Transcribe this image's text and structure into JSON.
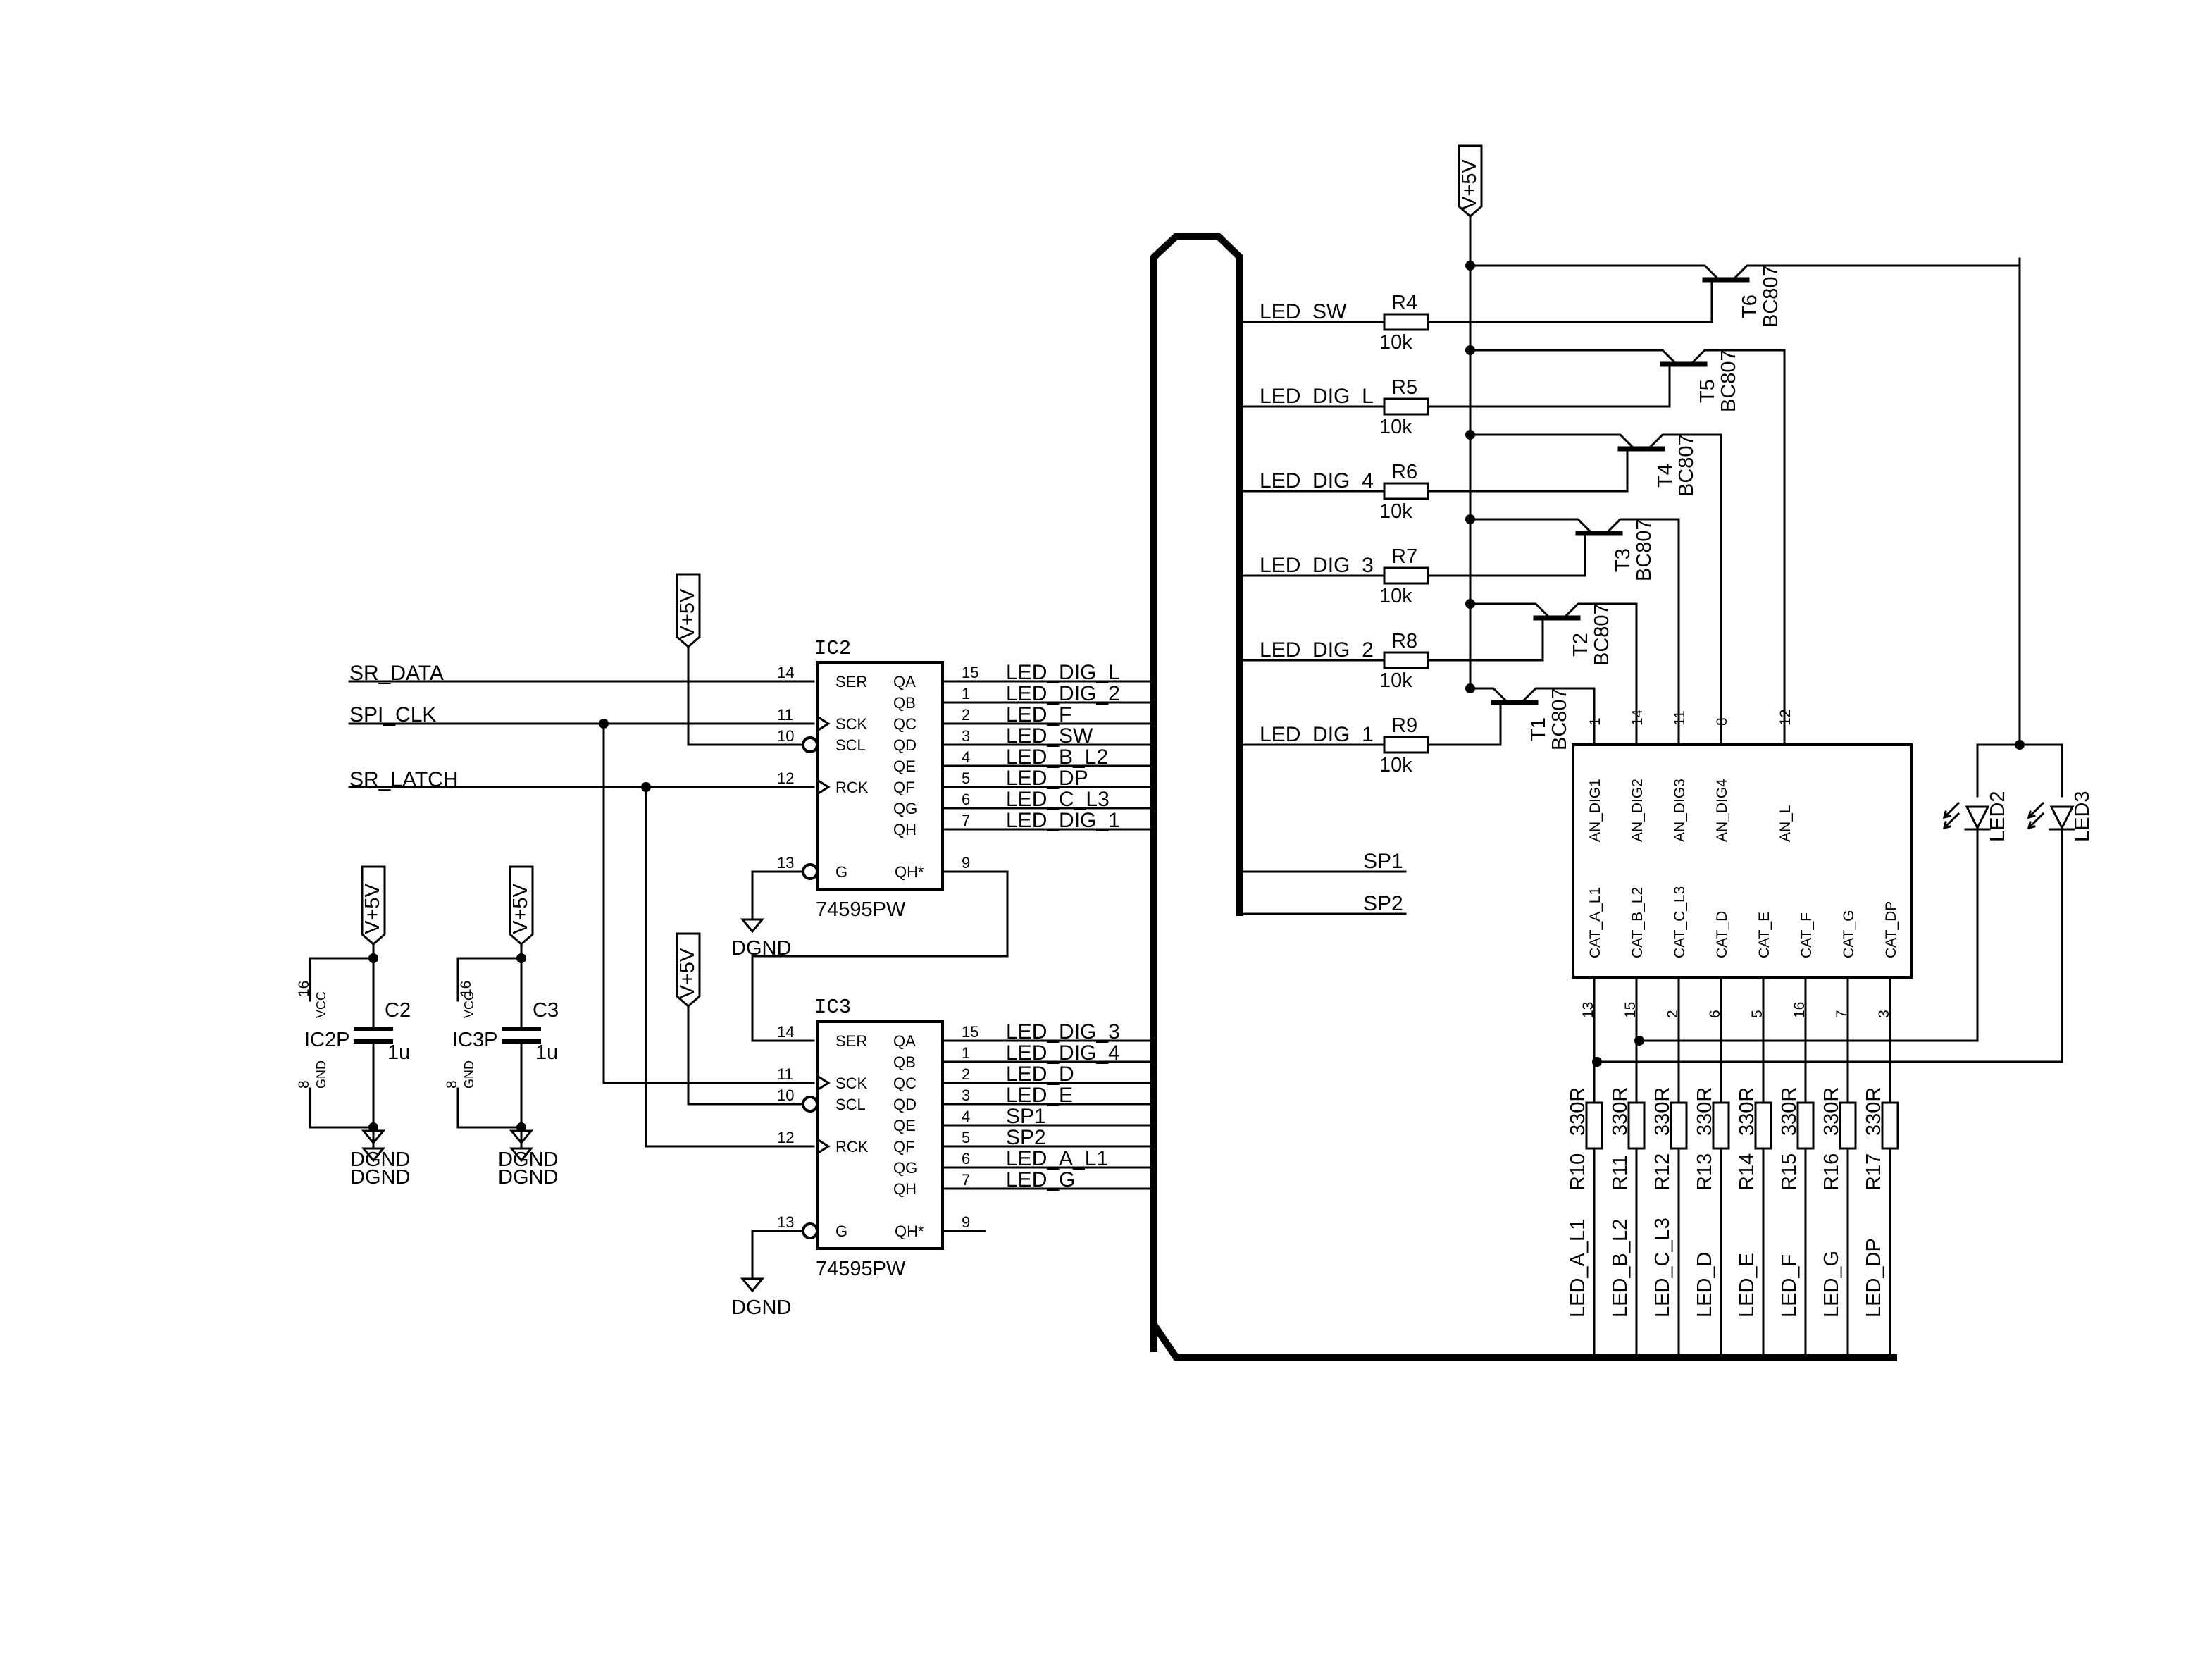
{
  "power": {
    "vcc": "V+5V",
    "gnd": "DGND"
  },
  "inputs": {
    "data": "SR_DATA",
    "clk": "SPI_CLK",
    "latch": "SR_LATCH"
  },
  "ic2": {
    "ref": "IC2",
    "part": "74595PW",
    "left_pins": [
      {
        "num": "14",
        "name": "SER"
      },
      {
        "num": "11",
        "name": "SCK"
      },
      {
        "num": "10",
        "name": "SCL"
      },
      {
        "num": "12",
        "name": "RCK"
      },
      {
        "num": "13",
        "name": "G"
      }
    ],
    "outputs": [
      {
        "name": "QA",
        "num": "15",
        "net": "LED_DIG_L"
      },
      {
        "name": "QB",
        "num": "1",
        "net": "LED_DIG_2"
      },
      {
        "name": "QC",
        "num": "2",
        "net": "LED_F"
      },
      {
        "name": "QD",
        "num": "3",
        "net": "LED_SW"
      },
      {
        "name": "QE",
        "num": "4",
        "net": "LED_B_L2"
      },
      {
        "name": "QF",
        "num": "5",
        "net": "LED_DP"
      },
      {
        "name": "QG",
        "num": "6",
        "net": "LED_C_L3"
      },
      {
        "name": "QH",
        "num": "7",
        "net": "LED_DIG_1"
      }
    ],
    "qh_star": {
      "name": "QH*",
      "num": "9"
    }
  },
  "ic3": {
    "ref": "IC3",
    "part": "74595PW",
    "left_pins": [
      {
        "num": "14",
        "name": "SER"
      },
      {
        "num": "11",
        "name": "SCK"
      },
      {
        "num": "10",
        "name": "SCL"
      },
      {
        "num": "12",
        "name": "RCK"
      },
      {
        "num": "13",
        "name": "G"
      }
    ],
    "outputs": [
      {
        "name": "QA",
        "num": "15",
        "net": "LED_DIG_3"
      },
      {
        "name": "QB",
        "num": "1",
        "net": "LED_DIG_4"
      },
      {
        "name": "QC",
        "num": "2",
        "net": "LED_D"
      },
      {
        "name": "QD",
        "num": "3",
        "net": "LED_E"
      },
      {
        "name": "QE",
        "num": "4",
        "net": "SP1"
      },
      {
        "name": "QF",
        "num": "5",
        "net": "SP2"
      },
      {
        "name": "QG",
        "num": "6",
        "net": "LED_A_L1"
      },
      {
        "name": "QH",
        "num": "7",
        "net": "LED_G"
      }
    ],
    "qh_star": {
      "name": "QH*",
      "num": "9"
    }
  },
  "decoupling": [
    {
      "ic": "IC2P",
      "cap": "C2",
      "value": "1u",
      "vcc_pin": "16",
      "vcc_name": "VCC",
      "gnd_pin": "8",
      "gnd_name": "GND"
    },
    {
      "ic": "IC3P",
      "cap": "C3",
      "value": "1u",
      "vcc_pin": "16",
      "vcc_name": "VCC",
      "gnd_pin": "8",
      "gnd_name": "GND"
    }
  ],
  "base_nets": [
    {
      "net": "LED_SW",
      "res": "R4",
      "value": "10k",
      "tr": "T6",
      "part": "BC807"
    },
    {
      "net": "LED_DIG_L",
      "res": "R5",
      "value": "10k",
      "tr": "T5",
      "part": "BC807"
    },
    {
      "net": "LED_DIG_4",
      "res": "R6",
      "value": "10k",
      "tr": "T4",
      "part": "BC807"
    },
    {
      "net": "LED_DIG_3",
      "res": "R7",
      "value": "10k",
      "tr": "T3",
      "part": "BC807"
    },
    {
      "net": "LED_DIG_2",
      "res": "R8",
      "value": "10k",
      "tr": "T2",
      "part": "BC807"
    },
    {
      "net": "LED_DIG_1",
      "res": "R9",
      "value": "10k",
      "tr": "T1",
      "part": "BC807"
    }
  ],
  "speaker_nets": [
    "SP1",
    "SP2"
  ],
  "display": {
    "top_pins": [
      {
        "num": "1",
        "name": "AN_DIG1"
      },
      {
        "num": "14",
        "name": "AN_DIG2"
      },
      {
        "num": "11",
        "name": "AN_DIG3"
      },
      {
        "num": "8",
        "name": "AN_DIG4"
      },
      {
        "num": "12",
        "name": "AN_L"
      }
    ],
    "bottom_pins": [
      {
        "num": "13",
        "name": "CAT_A_L1"
      },
      {
        "num": "15",
        "name": "CAT_B_L2"
      },
      {
        "num": "2",
        "name": "CAT_C_L3"
      },
      {
        "num": "6",
        "name": "CAT_D"
      },
      {
        "num": "5",
        "name": "CAT_E"
      },
      {
        "num": "16",
        "name": "CAT_F"
      },
      {
        "num": "7",
        "name": "CAT_G"
      },
      {
        "num": "3",
        "name": "CAT_DP"
      }
    ]
  },
  "segment_resistors": [
    {
      "ref": "R10",
      "value": "330R",
      "net": "LED_A_L1"
    },
    {
      "ref": "R11",
      "value": "330R",
      "net": "LED_B_L2"
    },
    {
      "ref": "R12",
      "value": "330R",
      "net": "LED_C_L3"
    },
    {
      "ref": "R13",
      "value": "330R",
      "net": "LED_D"
    },
    {
      "ref": "R14",
      "value": "330R",
      "net": "LED_E"
    },
    {
      "ref": "R15",
      "value": "330R",
      "net": "LED_F"
    },
    {
      "ref": "R16",
      "value": "330R",
      "net": "LED_G"
    },
    {
      "ref": "R17",
      "value": "330R",
      "net": "LED_DP"
    }
  ],
  "leds": [
    "LED2",
    "LED3"
  ]
}
